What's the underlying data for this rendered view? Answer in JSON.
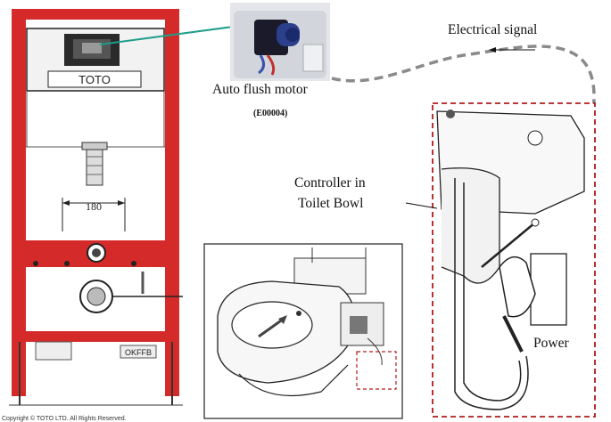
{
  "labels": {
    "toto_logo": "TOTO",
    "dimension": "180",
    "frame_code": "OKFFB",
    "copyright": "Copyright © TOTO LTD. All Rights Reserved.",
    "motor": "Auto flush motor",
    "motor_code": "(E00004)",
    "signal": "Electrical signal",
    "controller_line1": "Controller in",
    "controller_line2": "Toilet Bowl",
    "power": "Power"
  },
  "colors": {
    "frame_red": "#d42a2a",
    "connector_teal": "#1f9e8a",
    "signal_gray": "#8a8a8a",
    "dash_red": "#b01c1c"
  }
}
